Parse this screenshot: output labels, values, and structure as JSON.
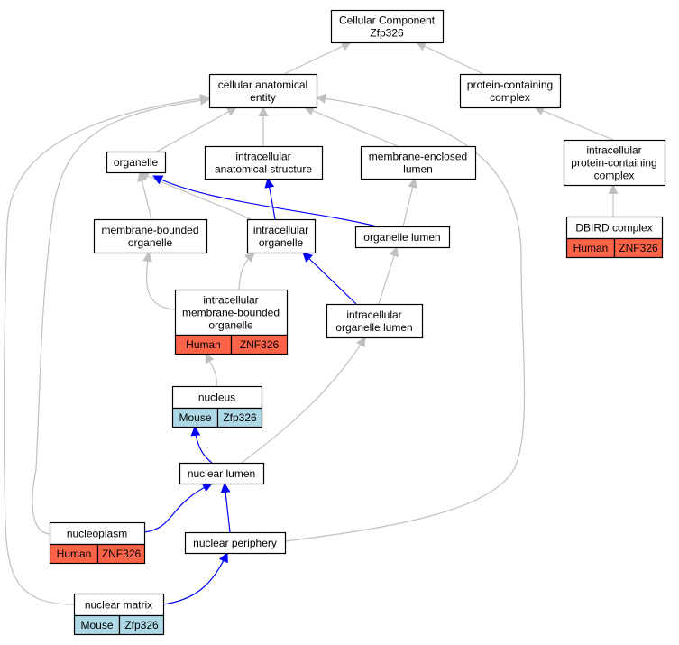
{
  "colors": {
    "human": "#ff6347",
    "mouse": "#add8e6",
    "edge_is_a": "#c0c0c0",
    "edge_part_of": "#0000ff"
  },
  "nodes": {
    "cellular_component": {
      "lines": [
        "Cellular Component",
        "Zfp326"
      ]
    },
    "cellular_anatomical_entity": {
      "lines": [
        "cellular anatomical",
        "entity"
      ]
    },
    "protein_containing_complex": {
      "lines": [
        "protein-containing",
        "complex"
      ]
    },
    "organelle": {
      "lines": [
        "organelle"
      ]
    },
    "intracellular_anatomical_structure": {
      "lines": [
        "intracellular",
        "anatomical structure"
      ]
    },
    "membrane_enclosed_lumen": {
      "lines": [
        "membrane-enclosed",
        "lumen"
      ]
    },
    "intracellular_protein_containing_complex": {
      "lines": [
        "intracellular",
        "protein-containing",
        "complex"
      ]
    },
    "membrane_bounded_organelle": {
      "lines": [
        "membrane-bounded",
        "organelle"
      ]
    },
    "intracellular_organelle": {
      "lines": [
        "intracellular",
        "organelle"
      ]
    },
    "organelle_lumen": {
      "lines": [
        "organelle lumen"
      ]
    },
    "dbird_complex": {
      "lines": [
        "DBIRD complex"
      ],
      "annotation": {
        "species": "Human",
        "gene": "ZNF326"
      }
    },
    "intracellular_membrane_bounded_organelle": {
      "lines": [
        "intracellular",
        "membrane-bounded",
        "organelle"
      ],
      "annotation": {
        "species": "Human",
        "gene": "ZNF326"
      }
    },
    "intracellular_organelle_lumen": {
      "lines": [
        "intracellular",
        "organelle lumen"
      ]
    },
    "nucleus": {
      "lines": [
        "nucleus"
      ],
      "annotation": {
        "species": "Mouse",
        "gene": "Zfp326"
      }
    },
    "nuclear_lumen": {
      "lines": [
        "nuclear lumen"
      ]
    },
    "nucleoplasm": {
      "lines": [
        "nucleoplasm"
      ],
      "annotation": {
        "species": "Human",
        "gene": "ZNF326"
      }
    },
    "nuclear_periphery": {
      "lines": [
        "nuclear periphery"
      ]
    },
    "nuclear_matrix": {
      "lines": [
        "nuclear matrix"
      ],
      "annotation": {
        "species": "Mouse",
        "gene": "Zfp326"
      }
    }
  },
  "edges": [
    {
      "from": "cellular_anatomical_entity",
      "to": "cellular_component",
      "relation": "is_a"
    },
    {
      "from": "protein_containing_complex",
      "to": "cellular_component",
      "relation": "is_a"
    },
    {
      "from": "organelle",
      "to": "cellular_anatomical_entity",
      "relation": "is_a"
    },
    {
      "from": "intracellular_anatomical_structure",
      "to": "cellular_anatomical_entity",
      "relation": "is_a"
    },
    {
      "from": "membrane_enclosed_lumen",
      "to": "cellular_anatomical_entity",
      "relation": "is_a"
    },
    {
      "from": "intracellular_protein_containing_complex",
      "to": "protein_containing_complex",
      "relation": "is_a"
    },
    {
      "from": "dbird_complex",
      "to": "intracellular_protein_containing_complex",
      "relation": "is_a"
    },
    {
      "from": "membrane_bounded_organelle",
      "to": "organelle",
      "relation": "is_a"
    },
    {
      "from": "intracellular_organelle",
      "to": "organelle",
      "relation": "is_a"
    },
    {
      "from": "intracellular_organelle",
      "to": "intracellular_anatomical_structure",
      "relation": "part_of"
    },
    {
      "from": "organelle_lumen",
      "to": "organelle",
      "relation": "part_of"
    },
    {
      "from": "organelle_lumen",
      "to": "membrane_enclosed_lumen",
      "relation": "is_a"
    },
    {
      "from": "intracellular_membrane_bounded_organelle",
      "to": "membrane_bounded_organelle",
      "relation": "is_a"
    },
    {
      "from": "intracellular_membrane_bounded_organelle",
      "to": "intracellular_organelle",
      "relation": "is_a"
    },
    {
      "from": "intracellular_organelle_lumen",
      "to": "intracellular_organelle",
      "relation": "part_of"
    },
    {
      "from": "intracellular_organelle_lumen",
      "to": "organelle_lumen",
      "relation": "is_a"
    },
    {
      "from": "nucleus",
      "to": "intracellular_membrane_bounded_organelle",
      "relation": "is_a"
    },
    {
      "from": "nuclear_lumen",
      "to": "nucleus",
      "relation": "part_of"
    },
    {
      "from": "nuclear_lumen",
      "to": "intracellular_organelle_lumen",
      "relation": "is_a"
    },
    {
      "from": "nucleoplasm",
      "to": "nuclear_lumen",
      "relation": "part_of"
    },
    {
      "from": "nucleoplasm",
      "to": "cellular_anatomical_entity",
      "relation": "is_a"
    },
    {
      "from": "nuclear_periphery",
      "to": "nuclear_lumen",
      "relation": "part_of"
    },
    {
      "from": "nuclear_periphery",
      "to": "cellular_anatomical_entity",
      "relation": "is_a"
    },
    {
      "from": "nuclear_matrix",
      "to": "nuclear_periphery",
      "relation": "part_of"
    },
    {
      "from": "nuclear_matrix",
      "to": "cellular_anatomical_entity",
      "relation": "is_a"
    }
  ]
}
